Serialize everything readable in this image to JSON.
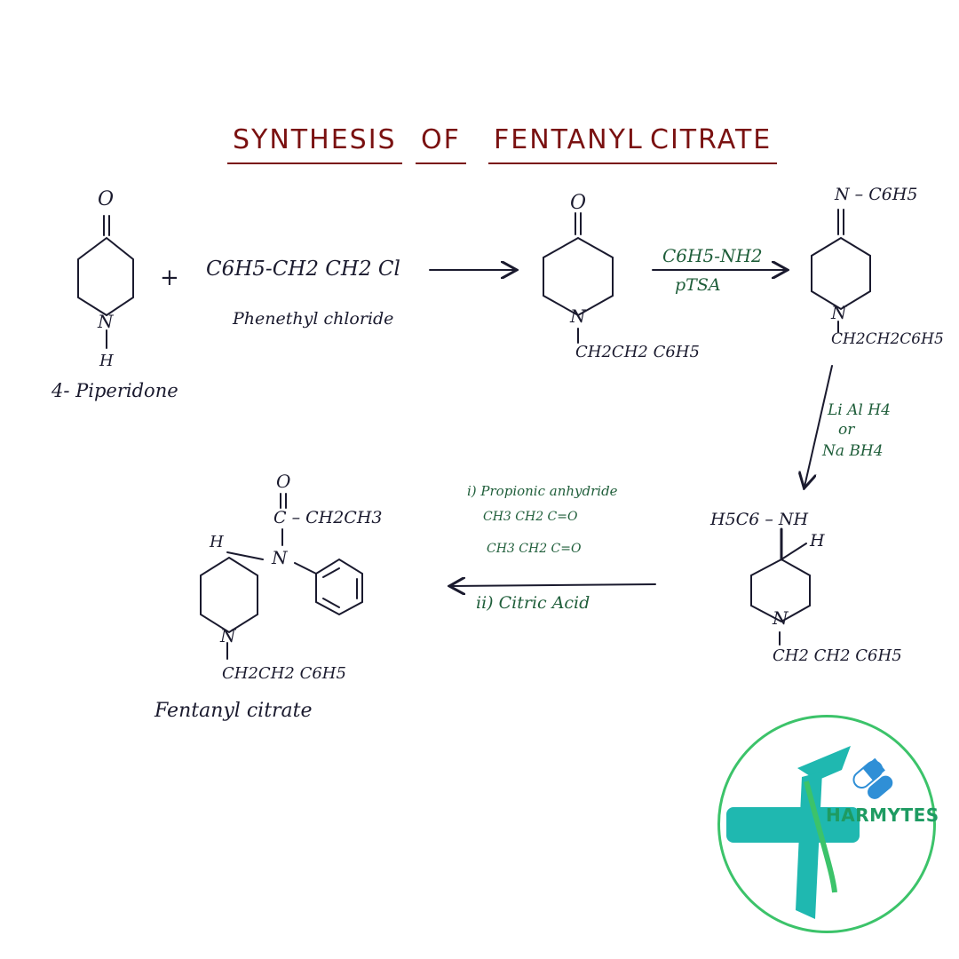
{
  "title": {
    "word1": "SYNTHESIS",
    "word2": "OF",
    "word3": "FENTANYL",
    "word4": "CITRATE"
  },
  "step1": {
    "plus": "+",
    "reagent_formula": "C6H5-CH2 CH2 Cl",
    "reagent_name": "Phenethyl chloride",
    "start_name": "4- Piperidone",
    "start_o": "O",
    "start_n": "N",
    "start_h": "H"
  },
  "intermediate1": {
    "o": "O",
    "n": "N",
    "substituent": "CH2CH2 C6H5"
  },
  "step2": {
    "reagent": "C6H5-NH2",
    "catalyst": "pTSA"
  },
  "intermediate2": {
    "imine": "N – C6H5",
    "n": "N",
    "substituent": "CH2CH2C6H5"
  },
  "step3": {
    "reagent1": "Li Al H4",
    "or": "or",
    "reagent2": "Na BH4"
  },
  "intermediate3": {
    "amine": "H5C6 – NH",
    "h": "H",
    "n": "N",
    "substituent": "CH2 CH2 C6H5"
  },
  "step4": {
    "line1": "i) Propionic anhydride",
    "line2": "CH3 CH2 C=O",
    "line3": "CH3 CH2 C=O",
    "line4": "ii) Citric Acid"
  },
  "product": {
    "o": "O",
    "carbonyl": "C – CH2CH3",
    "n_amide": "N",
    "h": "H",
    "n": "N",
    "substituent": "CH2CH2 C6H5",
    "name": "Fentanyl citrate"
  },
  "logo": {
    "text": "HARMYTES",
    "icon": "pharmytes-logo-icon",
    "colors": {
      "green": "#3cc36a",
      "teal": "#1fb8b0",
      "blue": "#2f8fd6"
    }
  },
  "colors": {
    "title": "#7a1111",
    "ink": "#1a1a2e",
    "reagent_ink": "#1f5e3a"
  }
}
